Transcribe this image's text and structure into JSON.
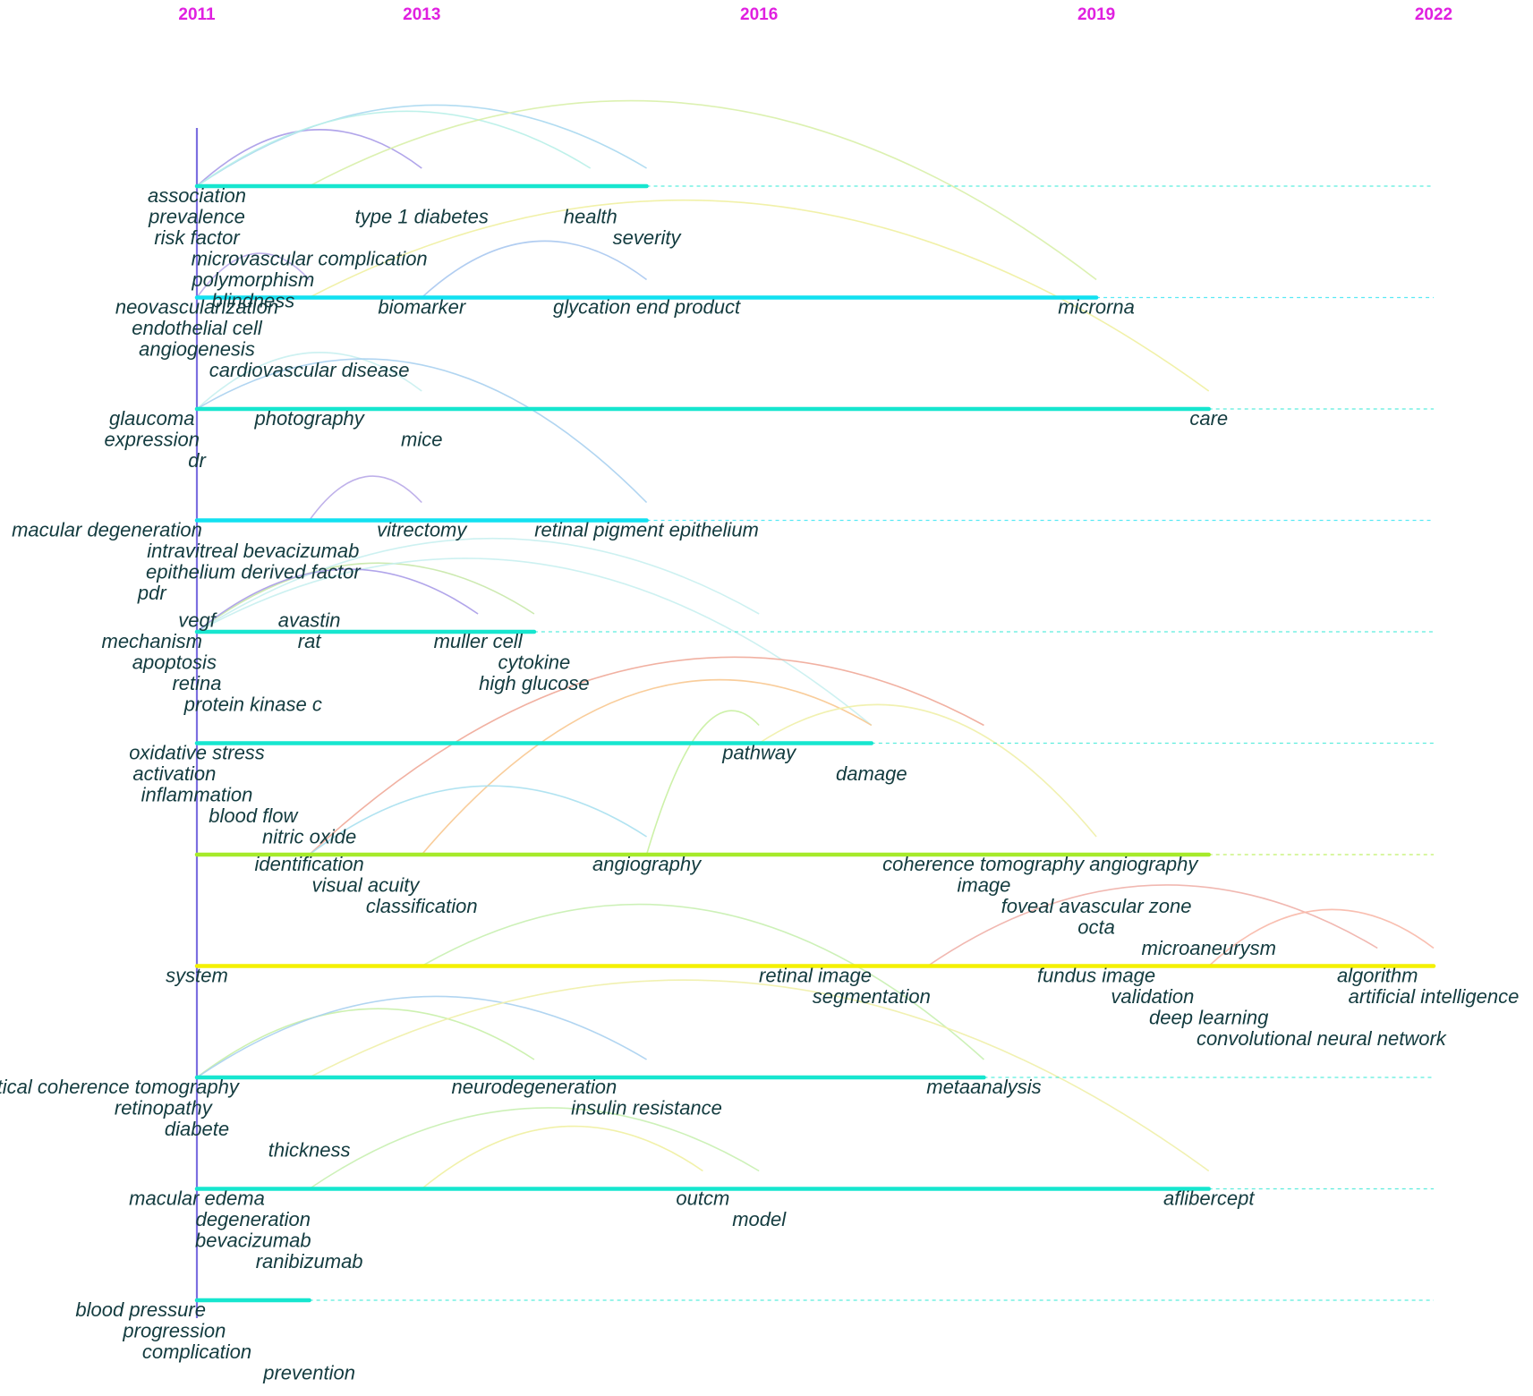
{
  "chart_data": {
    "type": "timeline",
    "title": "",
    "x_axis": {
      "ticks": [
        2011,
        2013,
        2016,
        2019,
        2022
      ],
      "range": [
        2011,
        2022
      ]
    },
    "colors": {
      "year_labels": "#e020e0",
      "keyword_text": "#133b3f",
      "lane_default": "#16e6cf",
      "lane_recent": "#f4f000",
      "lane_green": "#a6ea2a",
      "lane_cyan": "#12e1f1",
      "trunk": "#7c6fe0"
    },
    "clusters": [
      {
        "start": 2011,
        "end": 2015,
        "color": "#16e6cf",
        "keywords": [
          {
            "label": "association",
            "year": 2011,
            "row": 0
          },
          {
            "label": "prevalence",
            "year": 2011,
            "row": 1
          },
          {
            "label": "risk factor",
            "year": 2011,
            "row": 2
          },
          {
            "label": "microvascular complication",
            "year": 2012,
            "row": 3
          },
          {
            "label": "polymorphism",
            "year": 2011.5,
            "row": 4
          },
          {
            "label": "blindness",
            "year": 2011.5,
            "row": 5
          },
          {
            "label": "type 1 diabetes",
            "year": 2013,
            "row": 1
          },
          {
            "label": "health",
            "year": 2014.5,
            "row": 1
          },
          {
            "label": "severity",
            "year": 2015,
            "row": 2
          }
        ]
      },
      {
        "start": 2011,
        "end": 2019,
        "color": "#12e1f1",
        "keywords": [
          {
            "label": "neovascularization",
            "year": 2011,
            "row": 0
          },
          {
            "label": "endothelial cell",
            "year": 2011,
            "row": 1
          },
          {
            "label": "angiogenesis",
            "year": 2011,
            "row": 2
          },
          {
            "label": "cardiovascular disease",
            "year": 2012,
            "row": 3
          },
          {
            "label": "biomarker",
            "year": 2013,
            "row": 0
          },
          {
            "label": "glycation end product",
            "year": 2015,
            "row": 0
          },
          {
            "label": "microrna",
            "year": 2019,
            "row": 0
          }
        ]
      },
      {
        "start": 2011,
        "end": 2020,
        "color": "#16e6cf",
        "keywords": [
          {
            "label": "glaucoma",
            "year": 2010.6,
            "row": 0
          },
          {
            "label": "expression",
            "year": 2010.6,
            "row": 1
          },
          {
            "label": "dr",
            "year": 2011,
            "row": 2
          },
          {
            "label": "photography",
            "year": 2012,
            "row": 0
          },
          {
            "label": "mice",
            "year": 2013,
            "row": 1
          },
          {
            "label": "care",
            "year": 2020,
            "row": 0
          }
        ]
      },
      {
        "start": 2011,
        "end": 2015,
        "color": "#12e1f1",
        "keywords": [
          {
            "label": "macular degeneration",
            "year": 2010.2,
            "row": 0
          },
          {
            "label": "intravitreal bevacizumab",
            "year": 2011.5,
            "row": 1
          },
          {
            "label": "epithelium derived factor",
            "year": 2011.5,
            "row": 2
          },
          {
            "label": "pdr",
            "year": 2010.6,
            "row": 3
          },
          {
            "label": "vitrectomy",
            "year": 2013,
            "row": 0
          },
          {
            "label": "retinal pigment epithelium",
            "year": 2015,
            "row": 0
          }
        ]
      },
      {
        "start": 2011,
        "end": 2014,
        "color": "#16e6cf",
        "keywords": [
          {
            "label": "vegf",
            "year": 2011,
            "row": -1
          },
          {
            "label": "avastin",
            "year": 2012,
            "row": -1
          },
          {
            "label": "mechanism",
            "year": 2010.6,
            "row": 0
          },
          {
            "label": "apoptosis",
            "year": 2010.8,
            "row": 1
          },
          {
            "label": "retina",
            "year": 2011,
            "row": 2
          },
          {
            "label": "protein kinase c",
            "year": 2011.5,
            "row": 3
          },
          {
            "label": "rat",
            "year": 2012,
            "row": 0
          },
          {
            "label": "muller cell",
            "year": 2013.5,
            "row": 0
          },
          {
            "label": "cytokine",
            "year": 2014,
            "row": 1
          },
          {
            "label": "high glucose",
            "year": 2014,
            "row": 2
          }
        ]
      },
      {
        "start": 2011,
        "end": 2017,
        "color": "#16e6cf",
        "keywords": [
          {
            "label": "oxidative stress",
            "year": 2011,
            "row": 0
          },
          {
            "label": "activation",
            "year": 2010.8,
            "row": 1
          },
          {
            "label": "inflammation",
            "year": 2011,
            "row": 2
          },
          {
            "label": "blood flow",
            "year": 2011.5,
            "row": 3
          },
          {
            "label": "nitric oxide",
            "year": 2012,
            "row": 4
          },
          {
            "label": "pathway",
            "year": 2016,
            "row": 0
          },
          {
            "label": "damage",
            "year": 2017,
            "row": 1
          }
        ]
      },
      {
        "start": 2011,
        "end": 2020,
        "color": "#a6ea2a",
        "keywords": [
          {
            "label": "identification",
            "year": 2012,
            "row": 0
          },
          {
            "label": "visual acuity",
            "year": 2012.5,
            "row": 1
          },
          {
            "label": "classification",
            "year": 2013,
            "row": 2
          },
          {
            "label": "angiography",
            "year": 2015,
            "row": 0
          },
          {
            "label": "coherence tomography angiography",
            "year": 2018.5,
            "row": 0
          },
          {
            "label": "image",
            "year": 2018,
            "row": 1
          },
          {
            "label": "foveal avascular zone",
            "year": 2019,
            "row": 2
          },
          {
            "label": "octa",
            "year": 2019,
            "row": 3
          },
          {
            "label": "microaneurysm",
            "year": 2020,
            "row": 4
          }
        ]
      },
      {
        "start": 2011,
        "end": 2022,
        "color": "#f4f000",
        "keywords": [
          {
            "label": "system",
            "year": 2011,
            "row": 0
          },
          {
            "label": "retinal image",
            "year": 2016.5,
            "row": 0
          },
          {
            "label": "segmentation",
            "year": 2017,
            "row": 1
          },
          {
            "label": "fundus image",
            "year": 2019,
            "row": 0
          },
          {
            "label": "validation",
            "year": 2019.5,
            "row": 1
          },
          {
            "label": "deep learning",
            "year": 2020,
            "row": 2
          },
          {
            "label": "convolutional neural network",
            "year": 2021,
            "row": 3
          },
          {
            "label": "algorithm",
            "year": 2021.5,
            "row": 0
          },
          {
            "label": "artificial intelligence",
            "year": 2022,
            "row": 1
          }
        ]
      },
      {
        "start": 2011,
        "end": 2018,
        "color": "#16e6cf",
        "keywords": [
          {
            "label": "optical coherence tomography",
            "year": 2010.2,
            "row": 0
          },
          {
            "label": "retinopathy",
            "year": 2010.7,
            "row": 1
          },
          {
            "label": "diabete",
            "year": 2011,
            "row": 2
          },
          {
            "label": "thickness",
            "year": 2012,
            "row": 3
          },
          {
            "label": "neurodegeneration",
            "year": 2014,
            "row": 0
          },
          {
            "label": "insulin resistance",
            "year": 2015,
            "row": 1
          },
          {
            "label": "metaanalysis",
            "year": 2018,
            "row": 0
          }
        ]
      },
      {
        "start": 2011,
        "end": 2020,
        "color": "#16e6cf",
        "keywords": [
          {
            "label": "macular edema",
            "year": 2011,
            "row": 0
          },
          {
            "label": "degeneration",
            "year": 2011.5,
            "row": 1
          },
          {
            "label": "bevacizumab",
            "year": 2011.5,
            "row": 2
          },
          {
            "label": "ranibizumab",
            "year": 2012,
            "row": 3
          },
          {
            "label": "outcm",
            "year": 2015.5,
            "row": 0
          },
          {
            "label": "model",
            "year": 2016,
            "row": 1
          },
          {
            "label": "aflibercept",
            "year": 2020,
            "row": 0
          }
        ]
      },
      {
        "start": 2011,
        "end": 2012,
        "color": "#16e6cf",
        "keywords": [
          {
            "label": "blood pressure",
            "year": 2010.5,
            "row": 0
          },
          {
            "label": "progression",
            "year": 2010.8,
            "row": 1
          },
          {
            "label": "complication",
            "year": 2011,
            "row": 2
          },
          {
            "label": "prevention",
            "year": 2012,
            "row": 3
          }
        ]
      }
    ],
    "citation_links": [
      {
        "from": [
          2011,
          0
        ],
        "to": [
          2013,
          0
        ],
        "color": "#a89be8"
      },
      {
        "from": [
          2011,
          0
        ],
        "to": [
          2015,
          0
        ],
        "color": "#a8d8f0"
      },
      {
        "from": [
          2011,
          0
        ],
        "to": [
          2014.5,
          0
        ],
        "color": "#b8f0e8"
      },
      {
        "from": [
          2012,
          0
        ],
        "to": [
          2019,
          1
        ],
        "color": "#d8f0a8"
      },
      {
        "from": [
          2012,
          1
        ],
        "to": [
          2020,
          2
        ],
        "color": "#f0f0a0"
      },
      {
        "from": [
          2013,
          1
        ],
        "to": [
          2015,
          1
        ],
        "color": "#a8c8f0"
      },
      {
        "from": [
          2011,
          1
        ],
        "to": [
          2012,
          1
        ],
        "color": "#b8a8e8"
      },
      {
        "from": [
          2011,
          2
        ],
        "to": [
          2013,
          2
        ],
        "color": "#c8f0f0"
      },
      {
        "from": [
          2011,
          2
        ],
        "to": [
          2015,
          3
        ],
        "color": "#a8d0f0"
      },
      {
        "from": [
          2012,
          3
        ],
        "to": [
          2013,
          3
        ],
        "color": "#b8a8e8"
      },
      {
        "from": [
          2011,
          4
        ],
        "to": [
          2014,
          4
        ],
        "color": "#c8e8a8"
      },
      {
        "from": [
          2011,
          4
        ],
        "to": [
          2016,
          4
        ],
        "color": "#c8f0f0"
      },
      {
        "from": [
          2011,
          4
        ],
        "to": [
          2017,
          5
        ],
        "color": "#c8f0f0"
      },
      {
        "from": [
          2011,
          4
        ],
        "to": [
          2013.5,
          4
        ],
        "color": "#a89be8"
      },
      {
        "from": [
          2012,
          6
        ],
        "to": [
          2018,
          5
        ],
        "color": "#f0a898"
      },
      {
        "from": [
          2013,
          6
        ],
        "to": [
          2017,
          5
        ],
        "color": "#f8c890"
      },
      {
        "from": [
          2015,
          6
        ],
        "to": [
          2016,
          5
        ],
        "color": "#c8f0a0"
      },
      {
        "from": [
          2016,
          5
        ],
        "to": [
          2019,
          6
        ],
        "color": "#f0f0a8"
      },
      {
        "from": [
          2012,
          6
        ],
        "to": [
          2015,
          6
        ],
        "color": "#a8e0f0"
      },
      {
        "from": [
          2017.5,
          7
        ],
        "to": [
          2021.5,
          7
        ],
        "color": "#f0b0a8"
      },
      {
        "from": [
          2020,
          7
        ],
        "to": [
          2022,
          7
        ],
        "color": "#f8b8a8"
      },
      {
        "from": [
          2013,
          7
        ],
        "to": [
          2018,
          8
        ],
        "color": "#c8f0b0"
      },
      {
        "from": [
          2011,
          8
        ],
        "to": [
          2014,
          8
        ],
        "color": "#c8f0a8"
      },
      {
        "from": [
          2011,
          8
        ],
        "to": [
          2015,
          8
        ],
        "color": "#a8d0f0"
      },
      {
        "from": [
          2012,
          8
        ],
        "to": [
          2020,
          9
        ],
        "color": "#f0f0a8"
      },
      {
        "from": [
          2012,
          9
        ],
        "to": [
          2016,
          9
        ],
        "color": "#c8f0b0"
      },
      {
        "from": [
          2013,
          9
        ],
        "to": [
          2015.5,
          9
        ],
        "color": "#f0f0a0"
      }
    ]
  }
}
